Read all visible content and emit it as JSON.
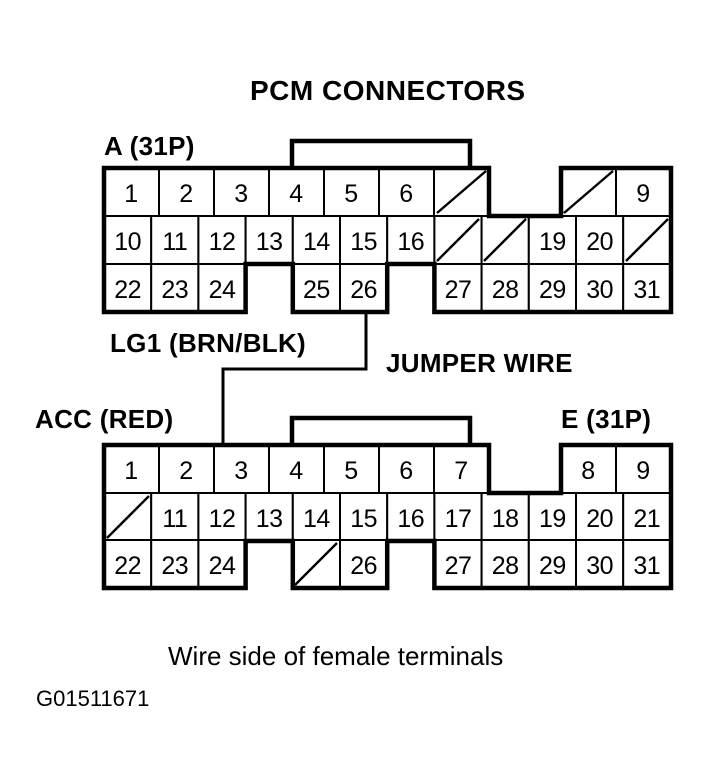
{
  "title": "PCM CONNECTORS",
  "caption": "Wire side of female terminals",
  "figure_code": "G01511671",
  "labels": {
    "connector_a": "A (31P)",
    "connector_e": "E (31P)",
    "lg1_wire": "LG1 (BRN/BLK)",
    "jumper_wire": "JUMPER WIRE",
    "acc_wire": "ACC (RED)"
  },
  "connectors": {
    "a": {
      "name": "A (31P)",
      "pin_count": 31,
      "rows": {
        "top": [
          "1",
          "2",
          "3",
          "4",
          "5",
          "6",
          "",
          "",
          "9"
        ],
        "middle": [
          "10",
          "11",
          "12",
          "13",
          "14",
          "15",
          "16",
          "",
          "",
          "19",
          "20",
          ""
        ],
        "bottom": [
          "22",
          "23",
          "24",
          "",
          "25",
          "26",
          "",
          "27",
          "28",
          "29",
          "30",
          "31"
        ]
      },
      "blank_pins": [
        "7",
        "8",
        "17",
        "18",
        "21"
      ],
      "empty_slots_bottom": [
        "21-gap",
        "26-gap"
      ]
    },
    "e": {
      "name": "E (31P)",
      "pin_count": 31,
      "rows": {
        "top": [
          "1",
          "2",
          "3",
          "4",
          "5",
          "6",
          "7",
          "8",
          "9"
        ],
        "middle": [
          "",
          "11",
          "12",
          "13",
          "14",
          "15",
          "16",
          "17",
          "18",
          "19",
          "20",
          "21"
        ],
        "bottom": [
          "22",
          "23",
          "24",
          "",
          "",
          "26",
          "",
          "27",
          "28",
          "29",
          "30",
          "31"
        ]
      },
      "blank_pins": [
        "10",
        "25"
      ]
    }
  },
  "annotations": {
    "lg1_source_pin": "26",
    "lg1_source_connector": "A",
    "jumper_target_connector": "E",
    "acc_target_pin": "3"
  }
}
